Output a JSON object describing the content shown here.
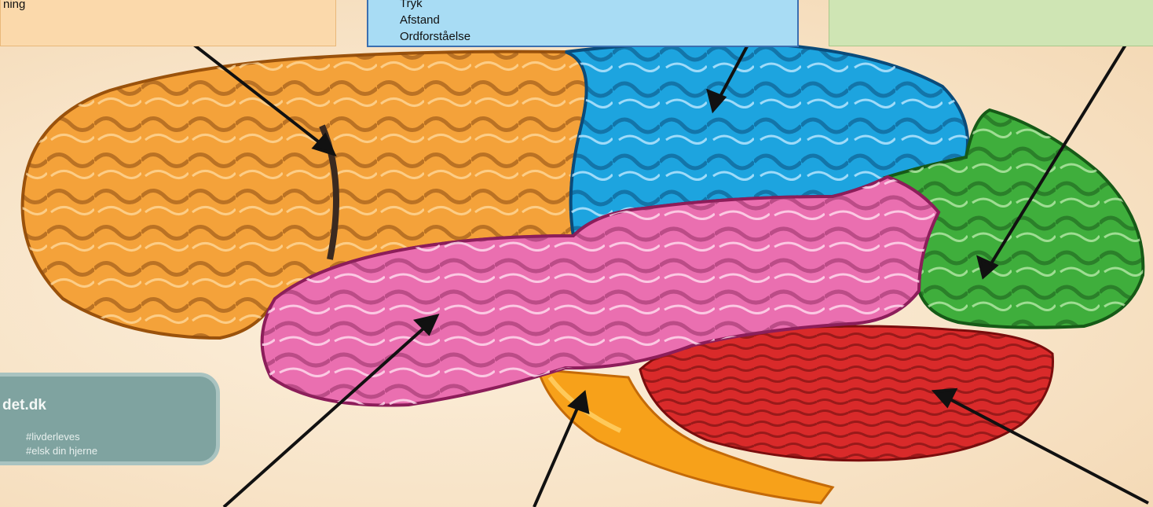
{
  "labels": {
    "orange_partial": "ning",
    "blue_items": [
      "Tryk",
      "Afstand",
      "Ordforståelse"
    ]
  },
  "watermark": {
    "site_partial": "det.dk",
    "hashtags": [
      "#livderleves",
      "#elsk din hjerne"
    ]
  },
  "colors": {
    "frontal": "#f4a23a",
    "parietal": "#1da4df",
    "occipital": "#3fae3c",
    "temporal": "#ea6fb0",
    "cerebellum": "#d92a2a",
    "brainstem": "#f7a11a",
    "label_orange_bg": "#fbd9ab",
    "label_blue_bg": "#a8dcf4",
    "label_green_bg": "#cfe5b4"
  }
}
